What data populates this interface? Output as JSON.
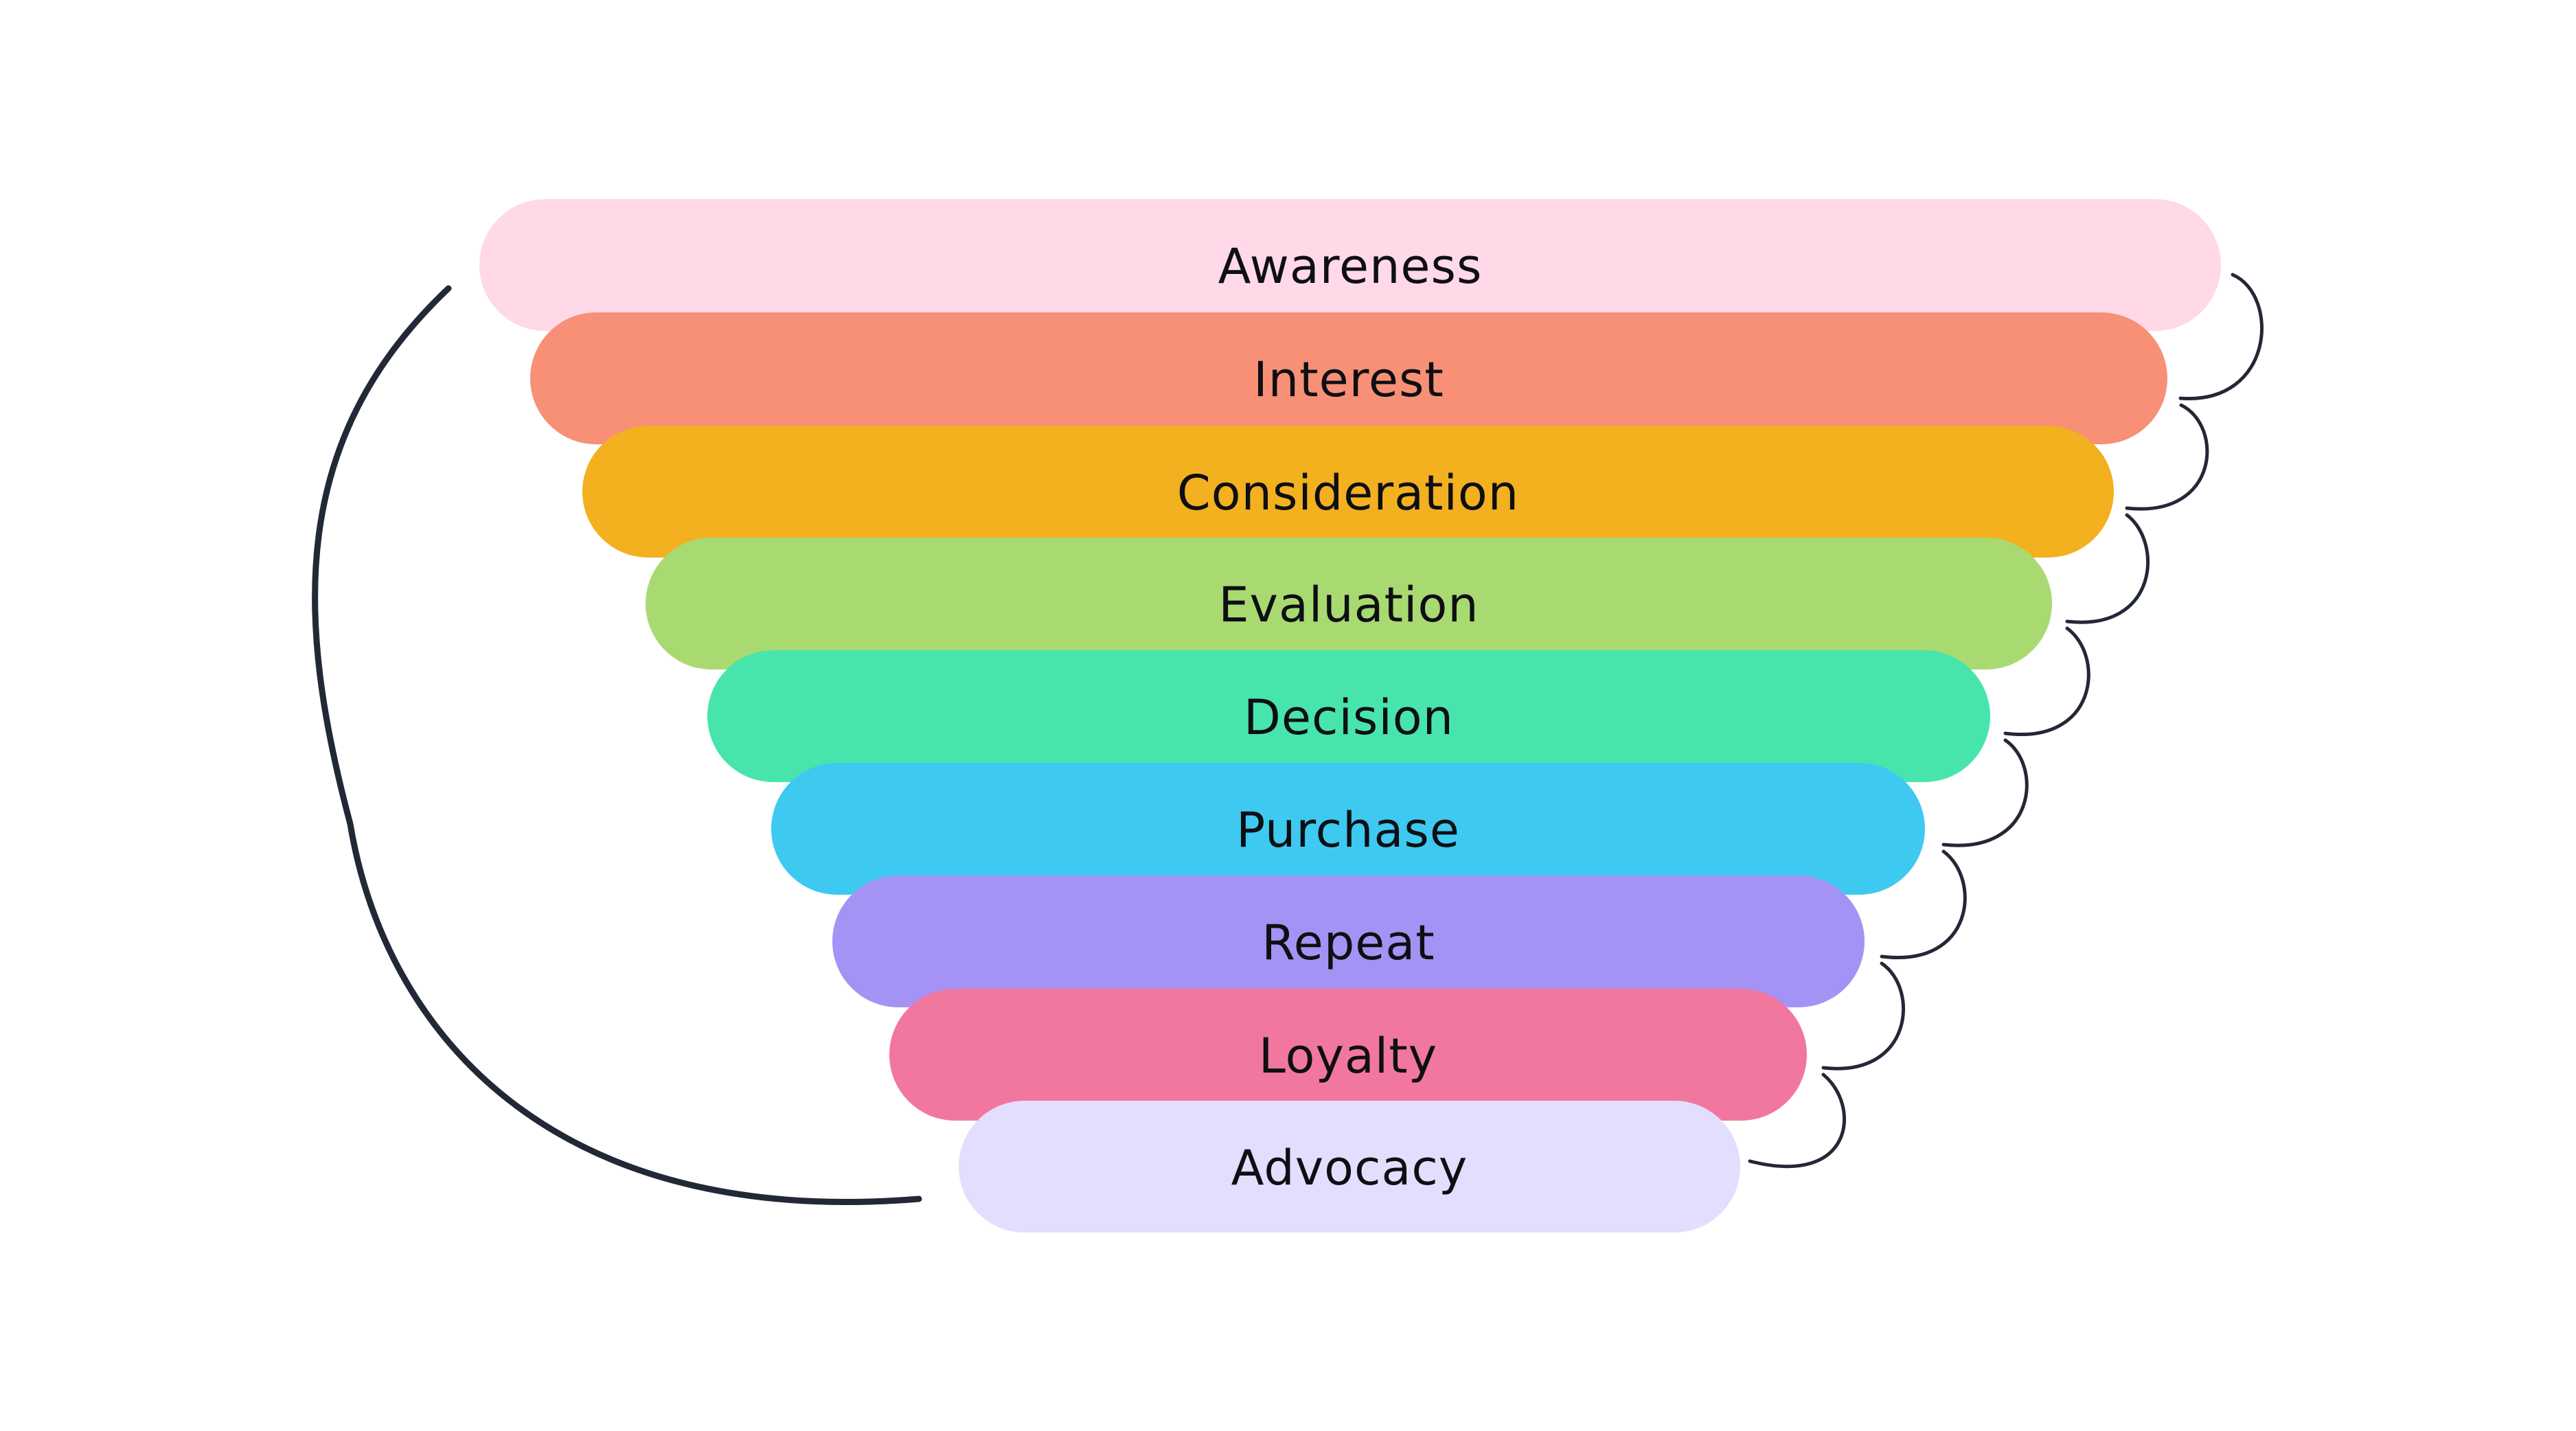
{
  "funnel": {
    "stages": [
      {
        "label": "Awareness",
        "color": "#ffd9e7"
      },
      {
        "label": "Interest",
        "color": "#f79076"
      },
      {
        "label": "Consideration",
        "color": "#f3b01f"
      },
      {
        "label": "Evaluation",
        "color": "#a9da72"
      },
      {
        "label": "Decision",
        "color": "#47e5ac"
      },
      {
        "label": "Purchase",
        "color": "#3ec9f0"
      },
      {
        "label": "Repeat",
        "color": "#a493f4"
      },
      {
        "label": "Loyalty",
        "color": "#f2779f"
      },
      {
        "label": "Advocacy",
        "color": "#e3defe"
      }
    ],
    "connector_color": "#222836"
  }
}
